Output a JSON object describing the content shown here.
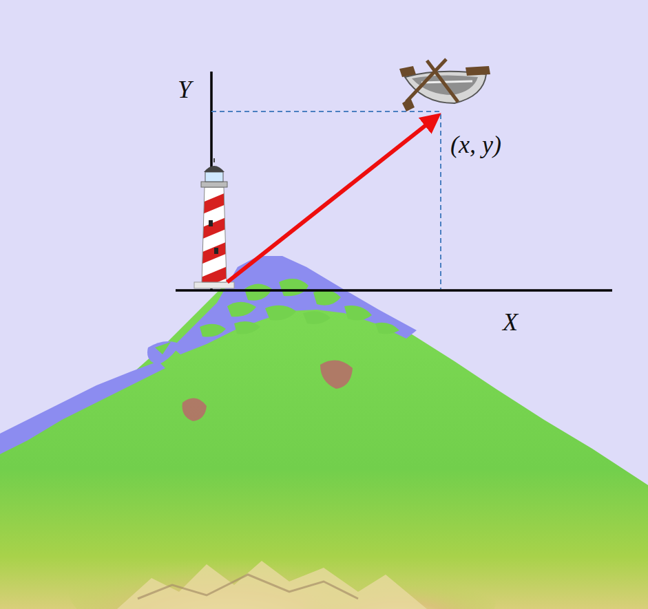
{
  "diagram": {
    "labels": [
      "Y",
      "X",
      "(x, y)"
    ]
  }
}
